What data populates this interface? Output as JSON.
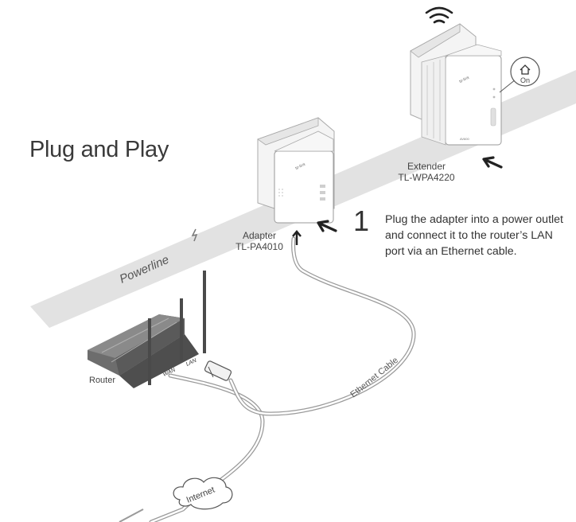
{
  "title": "Plug and Play",
  "step": {
    "number": "1",
    "text_lines": [
      "Plug the adapter into a power outlet",
      "and connect it to the router’s LAN",
      "port via an Ethernet cable."
    ]
  },
  "band_label": "Powerline",
  "adapter": {
    "line1": "Adapter",
    "line2": "TL-PA4010"
  },
  "extender": {
    "line1": "Extender",
    "line2": "TL-WPA4220",
    "badge": "On"
  },
  "router": {
    "label": "Router",
    "wan_port": "WAN",
    "lan_port": "LAN"
  },
  "cable_label": "Ethernet Cable",
  "cloud_label": "Internet",
  "icons": [
    "wifi-icon",
    "home-icon",
    "powerline-bolt-icon",
    "arrow-icon"
  ]
}
